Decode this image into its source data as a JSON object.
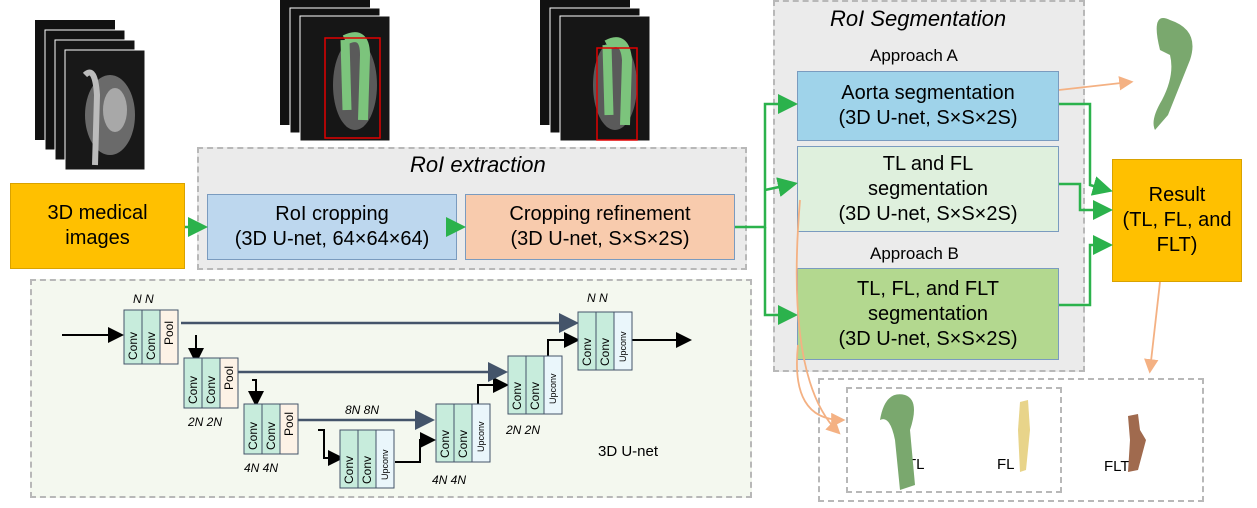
{
  "input": {
    "line1": "3D medical",
    "line2": "images"
  },
  "roi_extraction": {
    "title": "RoI extraction",
    "cropping": {
      "line1": "RoI cropping",
      "line2": "(3D U-net, 64×64×64)"
    },
    "refinement": {
      "line1": "Cropping refinement",
      "line2": "(3D U-net, S×S×2S)"
    }
  },
  "roi_segmentation": {
    "title": "RoI Segmentation",
    "approach_a": "Approach A",
    "approach_b": "Approach B",
    "aorta": {
      "line1": "Aorta segmentation",
      "line2": "(3D U-net, S×S×2S)"
    },
    "tl_fl": {
      "line1": "TL and FL",
      "line2": "segmentation",
      "line3": "(3D U-net, S×S×2S)"
    },
    "tl_fl_flt": {
      "line1": "TL, FL, and FLT",
      "line2": "segmentation",
      "line3": "(3D U-net, S×S×2S)"
    }
  },
  "result": {
    "line1": "Result",
    "line2": "(TL, FL, and",
    "line3": "FLT)"
  },
  "outputs": {
    "tl": "TL",
    "fl": "FL",
    "flt": "FLT"
  },
  "unet": {
    "caption": "3D U-net",
    "conv": "Conv",
    "pool": "Pool",
    "upconv": "Upconv",
    "n_n": "N N",
    "2n_2n": "2N 2N",
    "4n_4n": "4N 4N",
    "8n_8n": "8N 8N"
  },
  "colors": {
    "orange": "#ffc000",
    "blue": "#bdd7ee",
    "peach": "#f8cbad",
    "green_light": "#dff0dd",
    "green": "#b3d88f",
    "aorta_blue": "#9fd3ea",
    "arrow_green": "#2bb24c",
    "arrow_orange": "#f4b183",
    "panel_gray": "#ebebeb",
    "unet_bg": "#f4f8ef",
    "teal": "#c7ecdc"
  }
}
